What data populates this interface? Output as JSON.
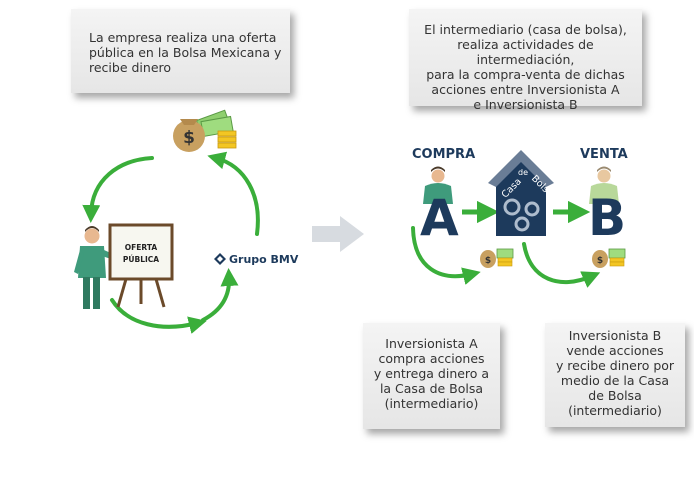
{
  "top_left_box": {
    "lines": [
      "La empresa realiza una oferta",
      "pública en la Bolsa Mexicana y",
      "recibe dinero"
    ]
  },
  "top_right_box": {
    "lines": [
      "El intermediario (casa de bolsa),",
      "realiza actividades de intermediación,",
      "para la compra-venta de dichas",
      "acciones entre Inversionista A",
      "e Inversionista B"
    ]
  },
  "bottom_left_box": {
    "lines": [
      "Inversionista A",
      "compra acciones",
      "y entrega dinero a",
      "la Casa de Bolsa",
      "(intermediario)"
    ]
  },
  "bottom_right_box": {
    "lines": [
      "Inversionista B",
      "vende acciones",
      "y recibe dinero por",
      "medio de la Casa",
      "de Bolsa",
      "(intermediario)"
    ]
  },
  "board": {
    "line1": "OFERTA",
    "line2": "PÚBLICA"
  },
  "logo": {
    "text": "Grupo BMV"
  },
  "compra_label": "COMPRA",
  "venta_label": "VENTA",
  "letter_a": "A",
  "letter_b": "B",
  "house": {
    "word1": "Casa",
    "word2": "de",
    "word3": "Bolsa"
  },
  "money_symbol": "$",
  "colors": {
    "arrow_green": "#3aae3a",
    "navy": "#1d3a5c",
    "money_bag": "#c8a060",
    "coin_gold": "#f3c623",
    "bill_green": "#8fcf6f",
    "person_suit": "#3f9b7c",
    "big_arrow_gray": "#d7dbe0"
  }
}
